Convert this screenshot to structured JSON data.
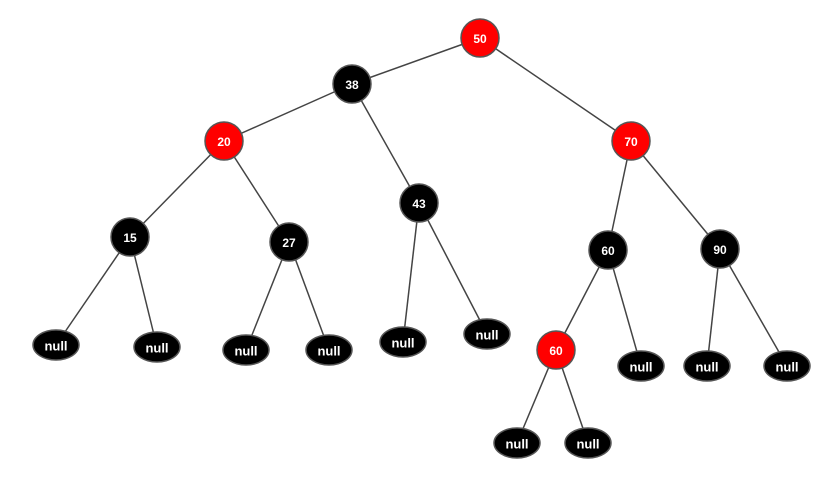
{
  "colors": {
    "red": "#ff0000",
    "black": "#000000",
    "edge": "#444444",
    "label": "#ffffff"
  },
  "tree": {
    "nodes": [
      {
        "id": "n50",
        "label": "50",
        "color": "red",
        "kind": "node"
      },
      {
        "id": "n38",
        "label": "38",
        "color": "black",
        "kind": "node"
      },
      {
        "id": "n20",
        "label": "20",
        "color": "red",
        "kind": "node"
      },
      {
        "id": "n70",
        "label": "70",
        "color": "red",
        "kind": "node"
      },
      {
        "id": "n15",
        "label": "15",
        "color": "black",
        "kind": "node"
      },
      {
        "id": "n27",
        "label": "27",
        "color": "black",
        "kind": "node"
      },
      {
        "id": "n43",
        "label": "43",
        "color": "black",
        "kind": "node"
      },
      {
        "id": "n60a",
        "label": "60",
        "color": "black",
        "kind": "node"
      },
      {
        "id": "n90",
        "label": "90",
        "color": "black",
        "kind": "node"
      },
      {
        "id": "n60b",
        "label": "60",
        "color": "red",
        "kind": "node"
      },
      {
        "id": "l1",
        "label": "null",
        "color": "black",
        "kind": "leaf"
      },
      {
        "id": "l2",
        "label": "null",
        "color": "black",
        "kind": "leaf"
      },
      {
        "id": "l3",
        "label": "null",
        "color": "black",
        "kind": "leaf"
      },
      {
        "id": "l4",
        "label": "null",
        "color": "black",
        "kind": "leaf"
      },
      {
        "id": "l5",
        "label": "null",
        "color": "black",
        "kind": "leaf"
      },
      {
        "id": "l6",
        "label": "null",
        "color": "black",
        "kind": "leaf"
      },
      {
        "id": "l7",
        "label": "null",
        "color": "black",
        "kind": "leaf"
      },
      {
        "id": "l8",
        "label": "null",
        "color": "black",
        "kind": "leaf"
      },
      {
        "id": "l9",
        "label": "null",
        "color": "black",
        "kind": "leaf"
      },
      {
        "id": "l10",
        "label": "null",
        "color": "black",
        "kind": "leaf"
      },
      {
        "id": "l11",
        "label": "null",
        "color": "black",
        "kind": "leaf"
      }
    ],
    "edges": [
      [
        "n50",
        "n38"
      ],
      [
        "n50",
        "n70"
      ],
      [
        "n38",
        "n20"
      ],
      [
        "n38",
        "n43"
      ],
      [
        "n20",
        "n15"
      ],
      [
        "n20",
        "n27"
      ],
      [
        "n15",
        "l1"
      ],
      [
        "n15",
        "l2"
      ],
      [
        "n27",
        "l3"
      ],
      [
        "n27",
        "l4"
      ],
      [
        "n43",
        "l5"
      ],
      [
        "n43",
        "l6"
      ],
      [
        "n70",
        "n60a"
      ],
      [
        "n70",
        "n90"
      ],
      [
        "n60a",
        "n60b"
      ],
      [
        "n60a",
        "l7"
      ],
      [
        "n90",
        "l8"
      ],
      [
        "n90",
        "l9"
      ],
      [
        "n60b",
        "l10"
      ],
      [
        "n60b",
        "l11"
      ]
    ]
  }
}
